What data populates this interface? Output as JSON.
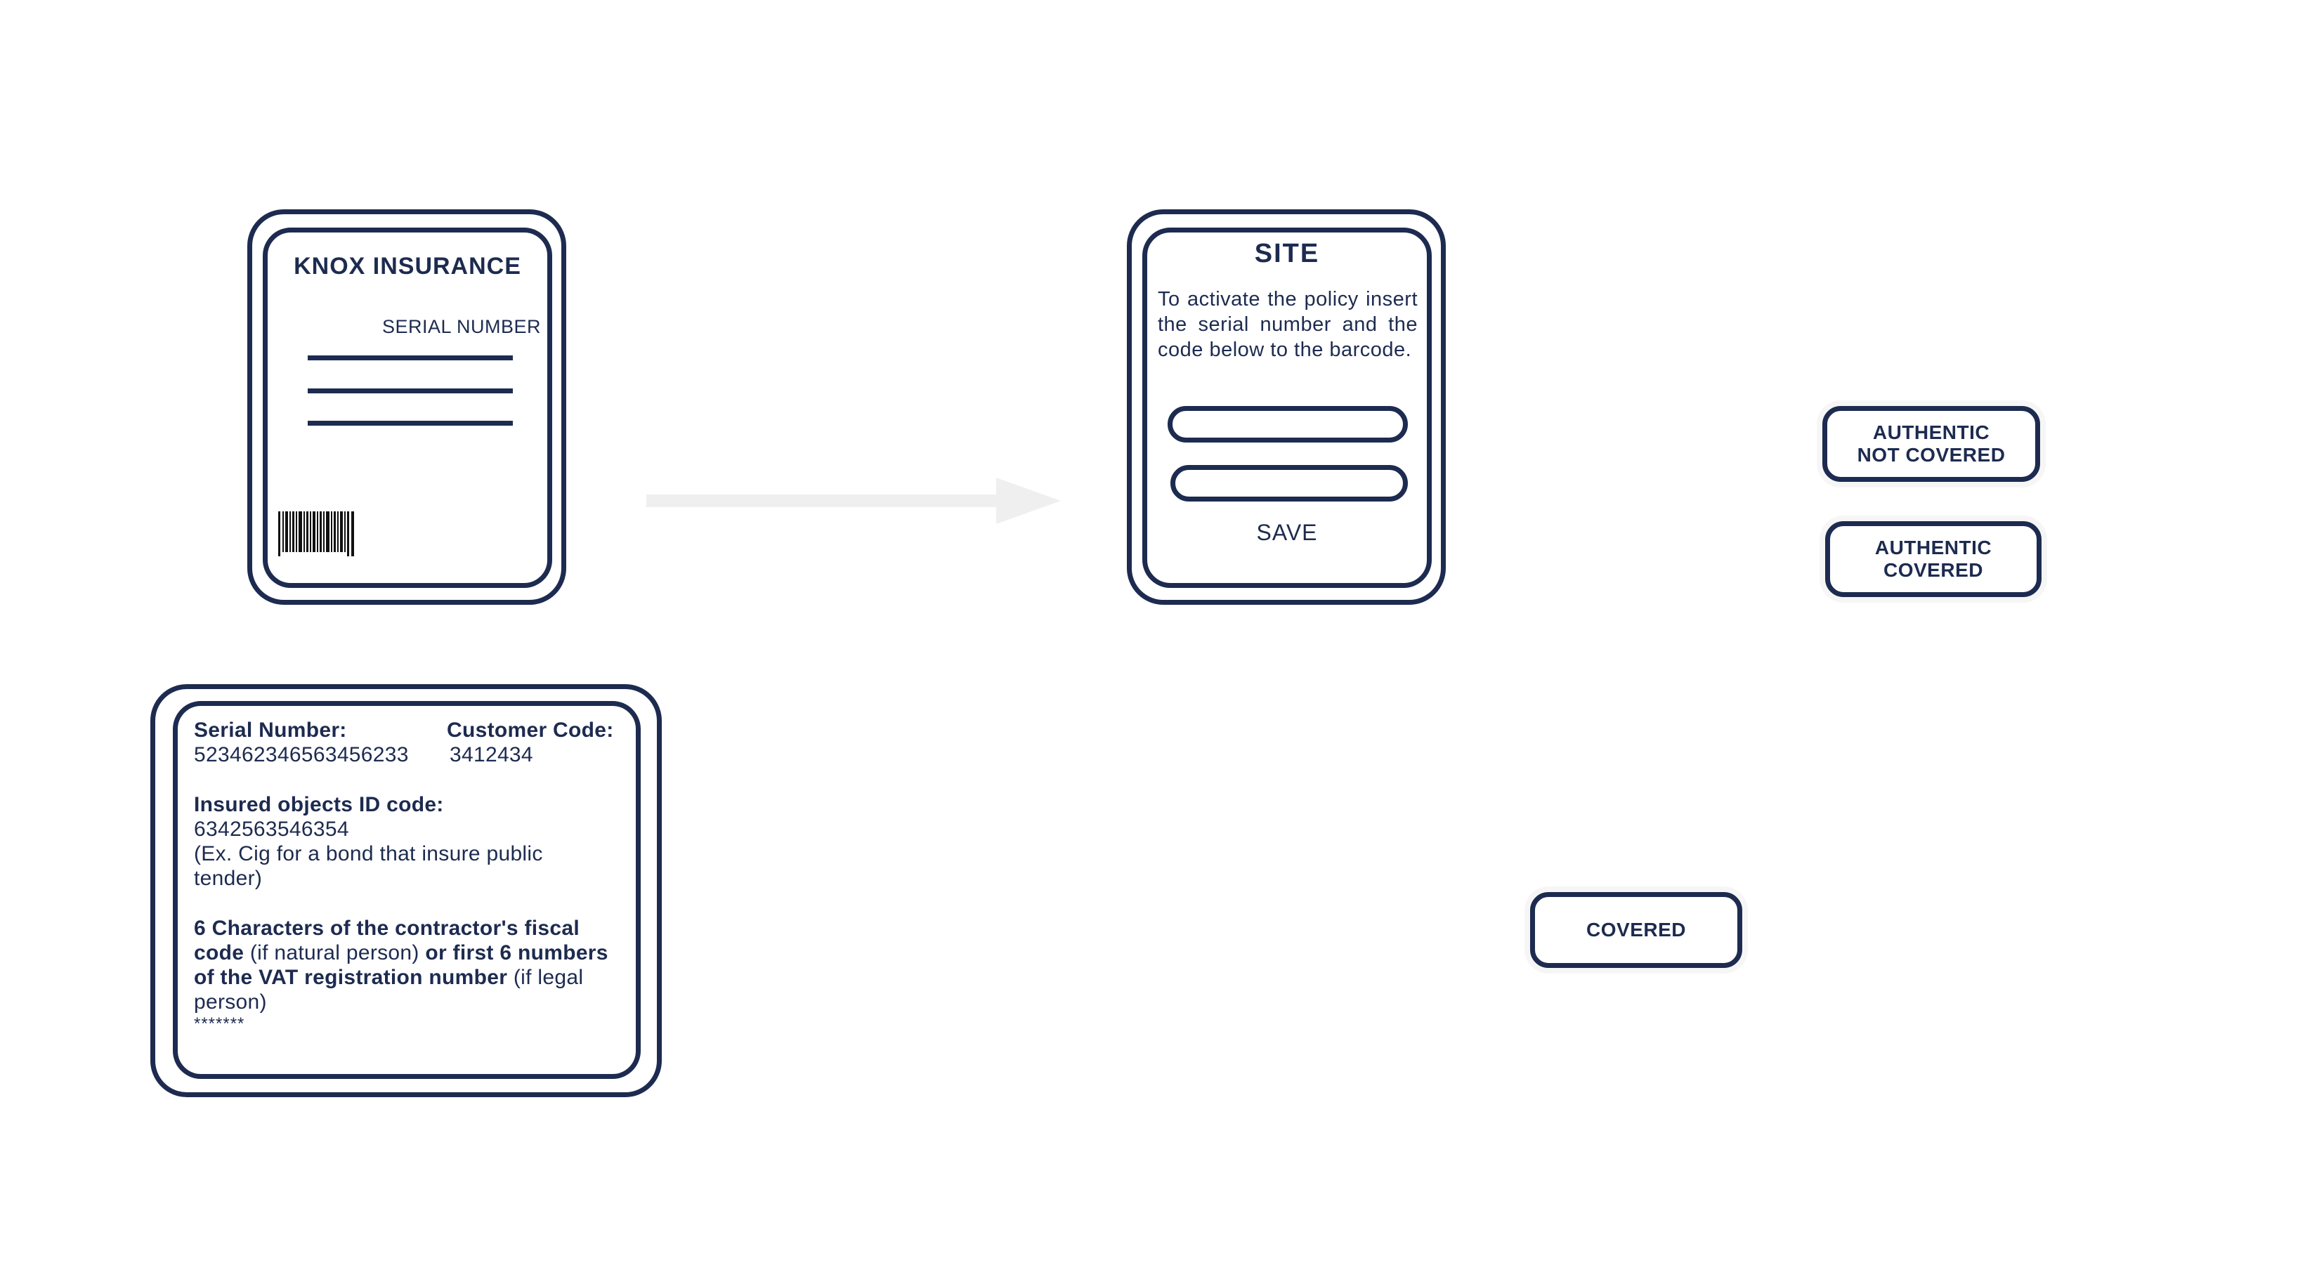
{
  "insurance_card": {
    "title": "KNOX INSURANCE",
    "serial_label": "SERIAL NUMBER"
  },
  "site": {
    "title": "SITE",
    "instructions": "To activate the policy insert the serial number and the code below to the barcode.",
    "save_label": "SAVE"
  },
  "badges": {
    "authentic_not_covered": "AUTHENTIC\nNOT COVERED",
    "authentic_covered": "AUTHENTIC\nCOVERED",
    "covered": "COVERED"
  },
  "info_card": {
    "serial_label": "Serial Number:",
    "serial_value": "523462346563456233",
    "customer_label": "Customer Code:",
    "customer_value": "3412434",
    "insured_label": "Insured objects ID code:",
    "insured_value": "6342563546354",
    "insured_example": "(Ex. Cig for a bond that insure public tender)",
    "fiscal_part1": "6 Characters of the contractor's fiscal code",
    "fiscal_part2": " (if natural person) ",
    "fiscal_part3": "or first 6 numbers of the VAT registration number",
    "fiscal_part4": " (if legal person)",
    "masked_code": "*******"
  },
  "colors": {
    "navy": "#1d2b50",
    "arrow": "#efefef"
  }
}
